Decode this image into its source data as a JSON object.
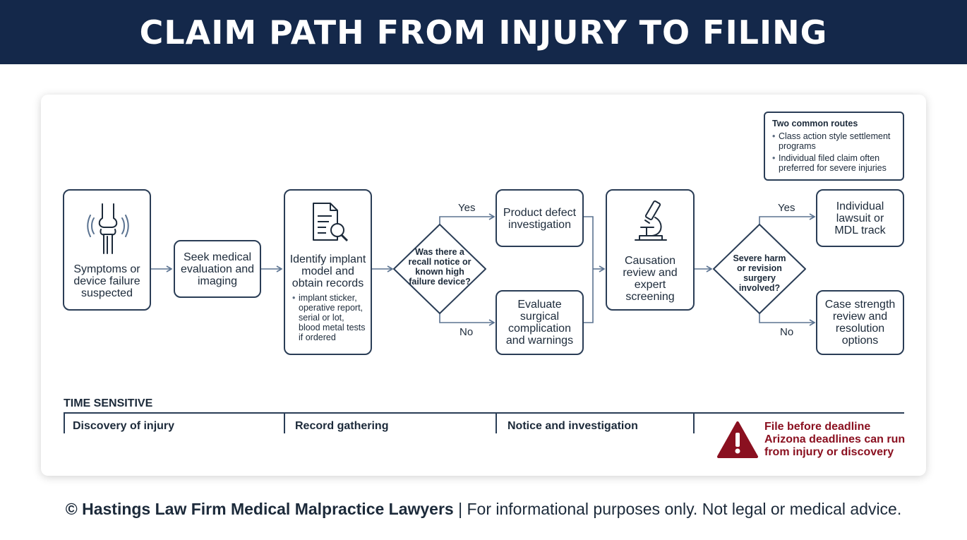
{
  "header": {
    "title": "CLAIM PATH FROM INJURY TO FILING"
  },
  "steps": {
    "symptoms": "Symptoms or device failure suspected",
    "seek": "Seek medical evaluation and imaging",
    "identify": "Identify implant model and obtain records",
    "identify_bullets": "implant sticker, operative report, serial or lot, blood metal tests if ordered",
    "recall_question": "Was there a recall notice or known high failure device?",
    "product_defect": "Product defect investigation",
    "evaluate": "Evaluate surgical complication and warnings",
    "causation": "Causation review and expert screening",
    "severe_question": "Severe harm or revision surgery involved?",
    "individual": "Individual lawsuit or MDL track",
    "case_strength": "Case strength review and resolution options",
    "yes1": "Yes",
    "no1": "No",
    "yes2": "Yes",
    "no2": "No"
  },
  "routes": {
    "title": "Two common routes",
    "items": [
      "Class action style settlement programs",
      "Individual filed claim often preferred for severe injuries"
    ]
  },
  "timeline": {
    "title": "TIME SENSITIVE",
    "phases": [
      "Discovery of injury",
      "Record gathering",
      "Notice and investigation"
    ],
    "warning_lines": [
      "File before deadline",
      "Arizona deadlines can run",
      "from injury or discovery"
    ]
  },
  "footer": {
    "brand": "© Hastings Law Firm Medical Malpractice Lawyers",
    "rest": " | For informational purposes only. Not legal or medical advice."
  },
  "colors": {
    "navy": "#14284a",
    "arrow": "#5b7391",
    "warning": "#8a1020"
  },
  "icons": [
    "knee-joint-icon",
    "document-search-icon",
    "microscope-icon",
    "warning-icon"
  ]
}
